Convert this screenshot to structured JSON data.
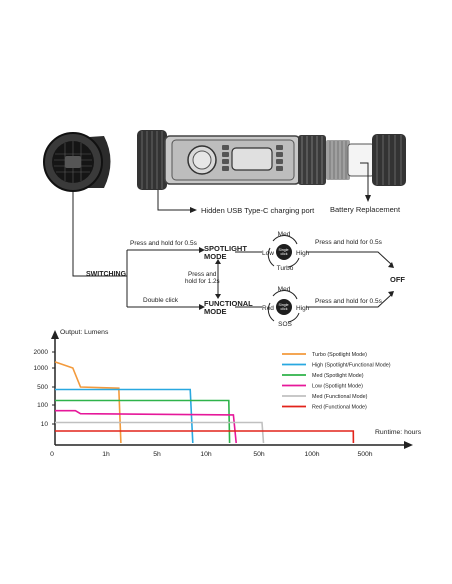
{
  "product": {
    "port_label": "Hidden USB Type-C charging port",
    "battery_label": "Battery Replacement"
  },
  "flow": {
    "switching": "SWITCHING",
    "press_05": "Press and hold for 0.5s",
    "spotlight_mode": [
      "SPOTLIGHT",
      "MODE"
    ],
    "functional_mode": [
      "FUNCTIONAL",
      "MODE"
    ],
    "press_12": [
      "Press and",
      "hold for 1.2s"
    ],
    "double_click": "Double click",
    "press_05_top_right": "Press and hold for 0.5s",
    "press_05_bottom_right": "Press and hold for 0.5s",
    "off": "OFF",
    "spot_cycle": {
      "top": "Med",
      "left": "Low",
      "right": "High",
      "bottom": "Turbo",
      "center": [
        "Single",
        "click"
      ]
    },
    "func_cycle": {
      "top": "Med",
      "left": "Red",
      "right": "High",
      "bottom": "SOS",
      "center": [
        "Single",
        "click"
      ]
    }
  },
  "chart_data": {
    "type": "line",
    "ylabel": "Output: Lumens",
    "xlabel": "Runtime: hours",
    "y_ticks": [
      "2000",
      "1000",
      "500",
      "100",
      "10"
    ],
    "x_ticks": [
      "0",
      "1h",
      "5h",
      "10h",
      "50h",
      "100h",
      "500h"
    ],
    "series": [
      {
        "name": "Turbo (Spotlight Mode)",
        "color": "#f39a3c",
        "points": [
          [
            0,
            1300
          ],
          [
            0.35,
            1000
          ],
          [
            0.5,
            500
          ],
          [
            1.5,
            450
          ],
          [
            1.6,
            0
          ]
        ]
      },
      {
        "name": "High (Spotlight/Functional Mode)",
        "color": "#29a8e0",
        "points": [
          [
            0,
            400
          ],
          [
            8,
            400
          ],
          [
            8.3,
            0
          ]
        ]
      },
      {
        "name": "Med (Spotlight Mode)",
        "color": "#2eb34a",
        "points": [
          [
            0,
            150
          ],
          [
            20,
            150
          ],
          [
            20.5,
            0
          ]
        ]
      },
      {
        "name": "Low (Spotlight Mode)",
        "color": "#e6189a",
        "points": [
          [
            0,
            50
          ],
          [
            0.4,
            50
          ],
          [
            0.5,
            35
          ],
          [
            23,
            30
          ],
          [
            25,
            0
          ]
        ]
      },
      {
        "name": "Med (Functional Mode)",
        "color": "#c0c0c0",
        "points": [
          [
            0,
            12
          ],
          [
            52,
            12
          ],
          [
            53,
            0
          ]
        ]
      },
      {
        "name": "Red (Functional Mode)",
        "color": "#e2231a",
        "points": [
          [
            0,
            4
          ],
          [
            350,
            4
          ],
          [
            352,
            0
          ]
        ]
      }
    ]
  }
}
